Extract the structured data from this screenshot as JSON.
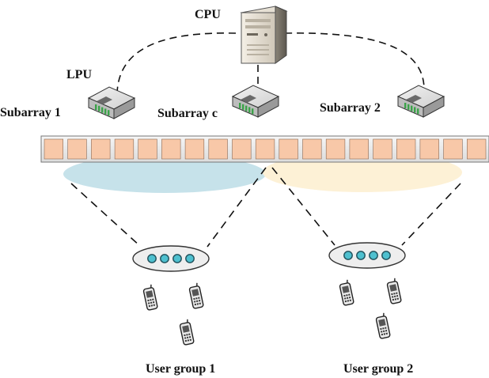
{
  "labels": {
    "cpu": "CPU",
    "lpu": "LPU",
    "subarray_1": "Subarray 1",
    "subarray_c": "Subarray c",
    "subarray_2": "Subarray 2",
    "user_group_1": "User group 1",
    "user_group_2": "User group 2"
  },
  "colors": {
    "antenna_element": "#f8c8a8",
    "beam_1": "#c6e2ea",
    "beam_2": "#fdf1d6",
    "user_dot": "#4ec0cf",
    "cluster_fill": "#eeeeee"
  },
  "array": {
    "element_count": 19
  },
  "user_groups": [
    {
      "users_in_cluster": 4,
      "devices": 3
    },
    {
      "users_in_cluster": 4,
      "devices": 3
    }
  ]
}
